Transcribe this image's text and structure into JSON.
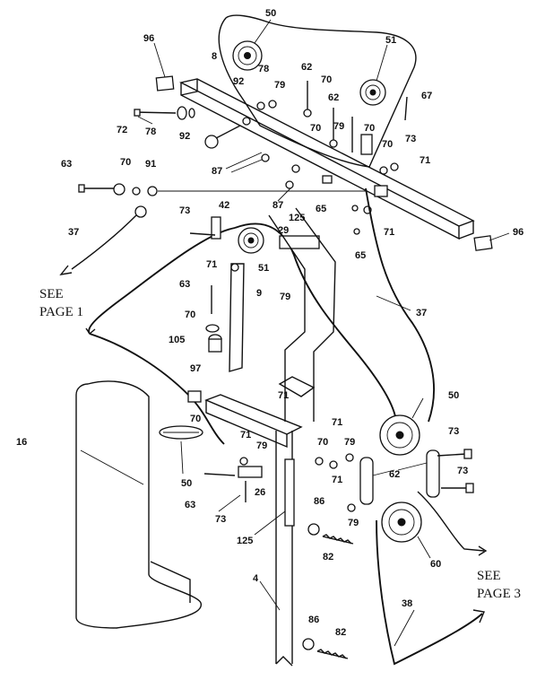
{
  "callouts": {
    "c50a": "50",
    "c96a": "96",
    "c8": "8",
    "c78a": "78",
    "c51a": "51",
    "c62a": "62",
    "c92a": "92",
    "c79a": "79",
    "c70a": "70",
    "c67": "67",
    "c62b": "62",
    "c72": "72",
    "c78b": "78",
    "c92b": "92",
    "c70b": "70",
    "c79b": "79",
    "c70c": "70",
    "c73a": "73",
    "c70d": "70",
    "c71a": "71",
    "c63a": "63",
    "c70e": "70",
    "c91": "91",
    "c87a": "87",
    "c87b": "87",
    "c125a": "125",
    "c65a": "65",
    "c96b": "96",
    "c73b": "73",
    "c42": "42",
    "c29": "29",
    "c71b": "71",
    "c37a": "37",
    "c51b": "51",
    "c65b": "65",
    "c71c": "71",
    "c9": "9",
    "c63b": "63",
    "c79c": "79",
    "c70f": "70",
    "c105": "105",
    "c37b": "37",
    "c97": "97",
    "c71d": "71",
    "c71e": "71",
    "c50b": "50",
    "c70g": "70",
    "c71f": "71",
    "c79d": "79",
    "c70h": "70",
    "c79e": "79",
    "c73c": "73",
    "c16": "16",
    "c50c": "50",
    "c26": "26",
    "c71g": "71",
    "c62c": "62",
    "c73d": "73",
    "c63c": "63",
    "c73e": "73",
    "c86a": "86",
    "c79f": "79",
    "c125b": "125",
    "c82a": "82",
    "c60": "60",
    "c4": "4",
    "c38": "38",
    "c86b": "86",
    "c82b": "82"
  },
  "notes": {
    "page1_line1": "SEE",
    "page1_line2": "PAGE 1",
    "page3_line1": "SEE",
    "page3_line2": "PAGE 3"
  }
}
